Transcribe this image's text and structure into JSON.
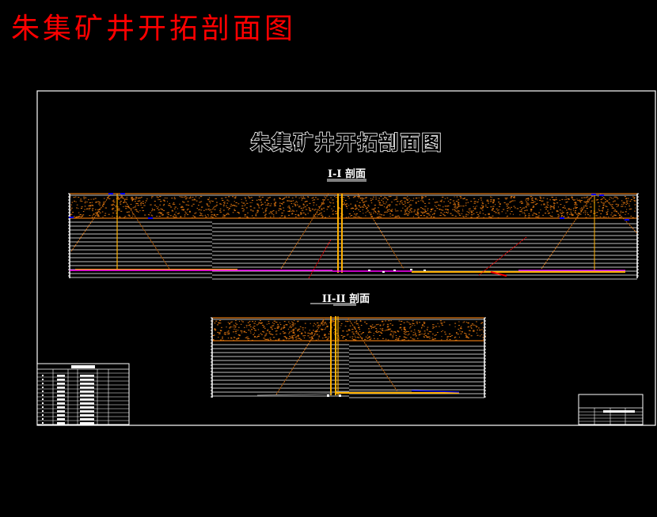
{
  "page_title": "朱集矿井开拓剖面图",
  "drawing": {
    "title": "朱集矿井开拓剖面图",
    "sections": [
      {
        "label": "I-I 剖面"
      },
      {
        "label": "II-II 剖面"
      }
    ]
  },
  "colors": {
    "background": "#000000",
    "title_red": "#ff0000",
    "frame": "#ffffff",
    "topsoil": "#d9720f",
    "shaft": "#ffb000",
    "roadway_magenta": "#ff00ff",
    "fault_red": "#ff0000",
    "marker_blue": "#0000ff"
  }
}
